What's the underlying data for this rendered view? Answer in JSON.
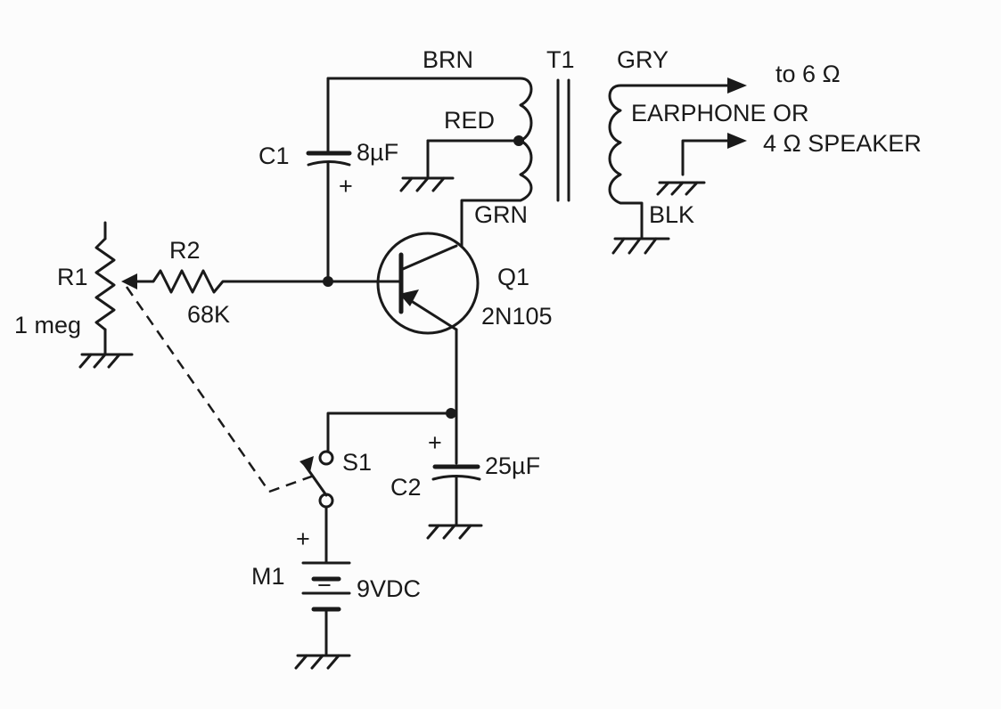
{
  "labels": {
    "t1": "T1",
    "brn": "BRN",
    "red": "RED",
    "grn": "GRN",
    "gry": "GRY",
    "blk": "BLK",
    "to6ohm": "to 6 Ω",
    "earphone_or": "EARPHONE OR",
    "speaker": "4 Ω SPEAKER",
    "c1": "C1",
    "c1_value": "8µF",
    "c1_plus": "+",
    "r1": "R1",
    "r1_value": "1 meg",
    "r2": "R2",
    "r2_value": "68K",
    "q1": "Q1",
    "q1_type": "2N105",
    "s1": "S1",
    "c2": "C2",
    "c2_value": "25µF",
    "c2_plus": "+",
    "m1": "M1",
    "m1_value": "9VDC",
    "m1_plus": "+",
    "m1_minus": "−"
  },
  "colors": {
    "ink": "#1a1a1a",
    "paper": "#fcfcfc"
  }
}
